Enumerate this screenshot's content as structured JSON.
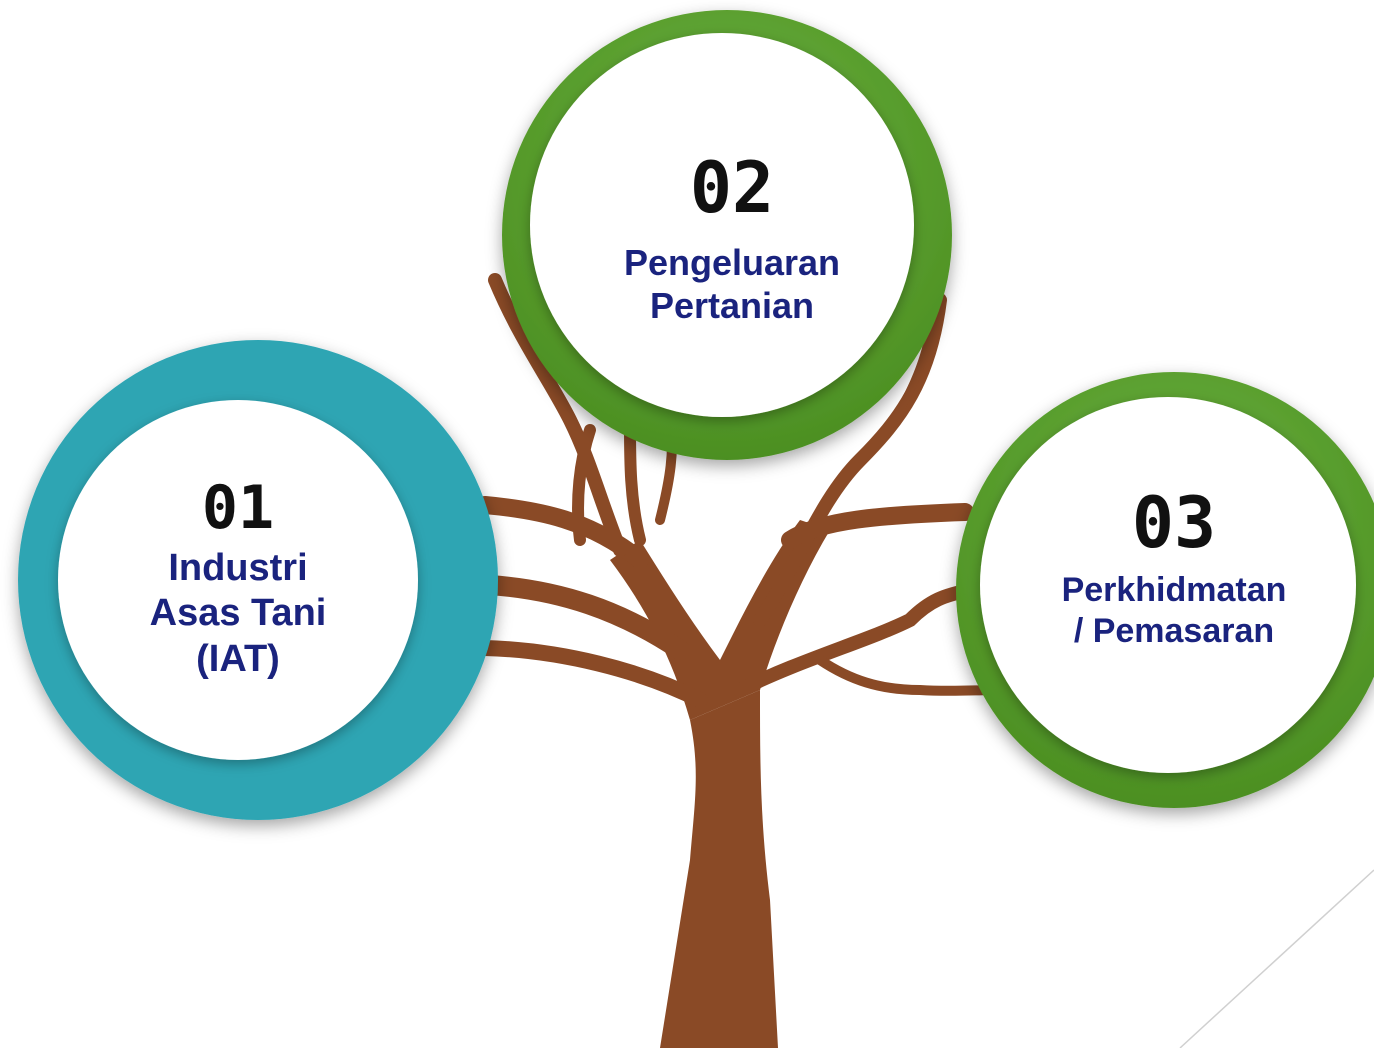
{
  "nodes": [
    {
      "number": "01",
      "lines": [
        "Industri",
        "Asas Tani",
        "(IAT)"
      ],
      "ring_color": "#2fa5b3"
    },
    {
      "number": "02",
      "lines": [
        "Pengeluaran",
        "Pertanian"
      ],
      "ring_color": "#5a9e2c"
    },
    {
      "number": "03",
      "lines": [
        "Perkhidmatan",
        "/ Pemasaran"
      ],
      "ring_color": "#5a9e2c"
    }
  ],
  "tree_color": "#8a4a26"
}
